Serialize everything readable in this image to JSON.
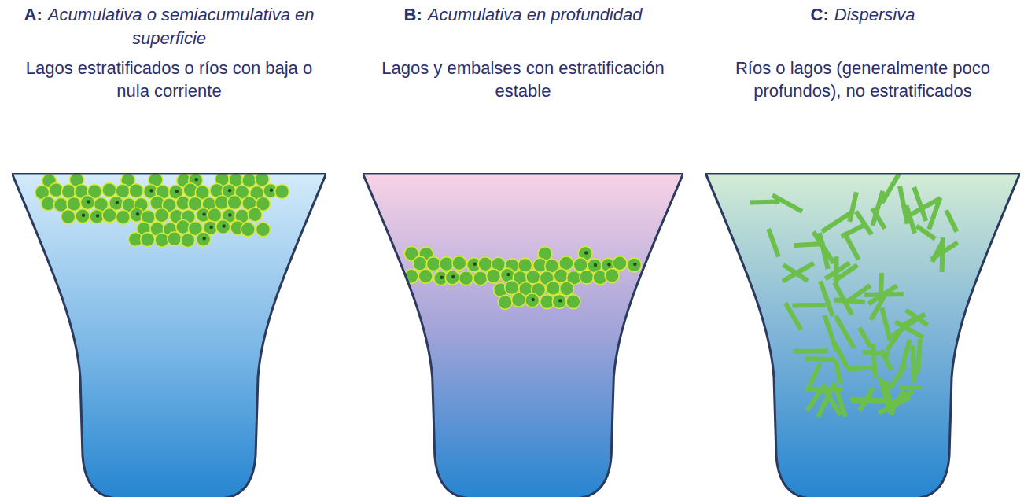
{
  "diagram": {
    "nodes": [
      {
        "text": [
          "A:",
          "Acumulativa o semiacumulativa en superficie",
          "Lagos estratificados o ríos con baja o nula corriente"
        ]
      },
      {
        "text": [
          "B:",
          "Acumulativa en profundidad",
          "Lagos y embalses con estratificación estable"
        ]
      },
      {
        "text": [
          "C:",
          "Dispersiva",
          "Ríos o lagos (generalmente poco profundos), no estratificados"
        ]
      }
    ]
  }
}
